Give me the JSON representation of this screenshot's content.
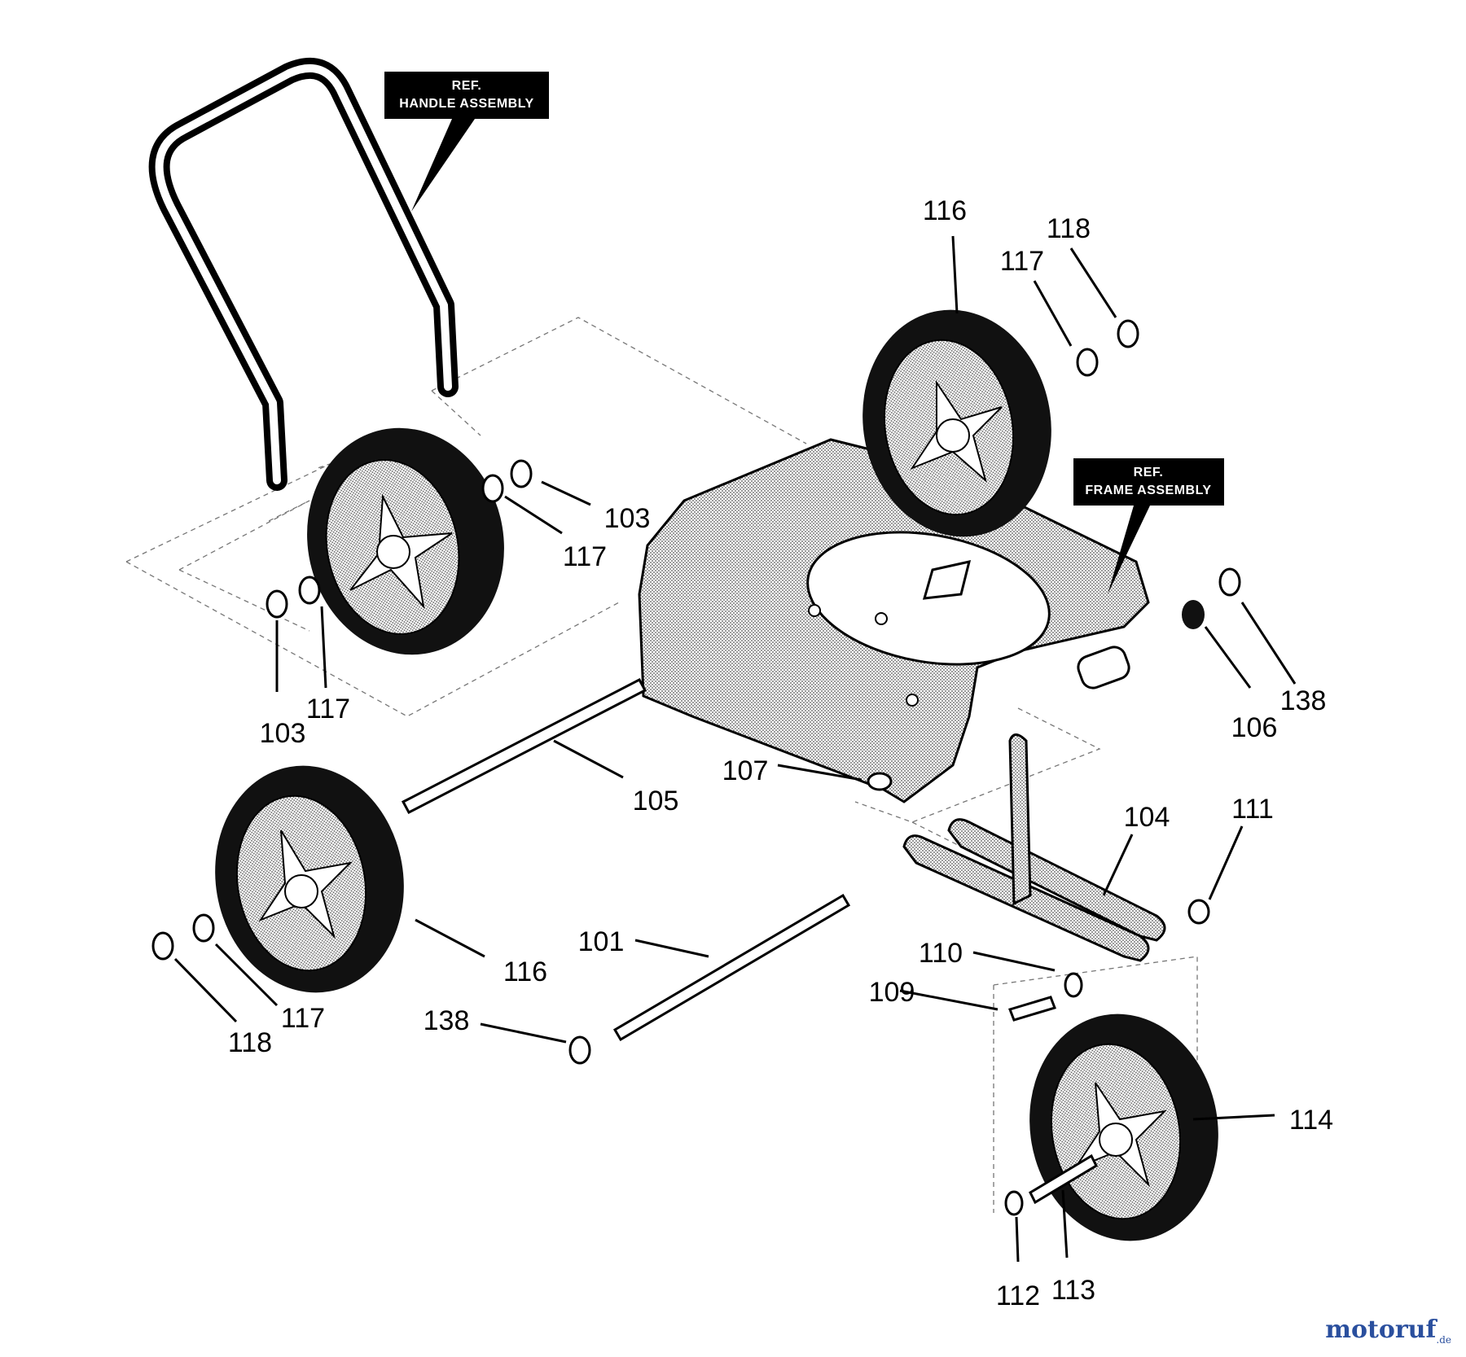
{
  "ref_labels": {
    "handle": [
      "REF.",
      "HANDLE ASSEMBLY"
    ],
    "frame": [
      "REF.",
      "FRAME ASSEMBLY"
    ]
  },
  "part_labels": {
    "p116_top": "116",
    "p118_top": "118",
    "p117_top": "117",
    "p103_right": "103",
    "p117_mid": "117",
    "p103_left": "103",
    "p117_left": "117",
    "p106": "106",
    "p138_right": "138",
    "p105": "105",
    "p107": "107",
    "p104": "104",
    "p111": "111",
    "p101": "101",
    "p116_bottom": "116",
    "p110": "110",
    "p109": "109",
    "p117_bottom": "117",
    "p118_bottom": "118",
    "p138_bottom": "138",
    "p114": "114",
    "p112": "112",
    "p113": "113"
  },
  "watermark": {
    "text": "motoruf",
    "suffix": ".de",
    "color": "#2a4f9e"
  }
}
